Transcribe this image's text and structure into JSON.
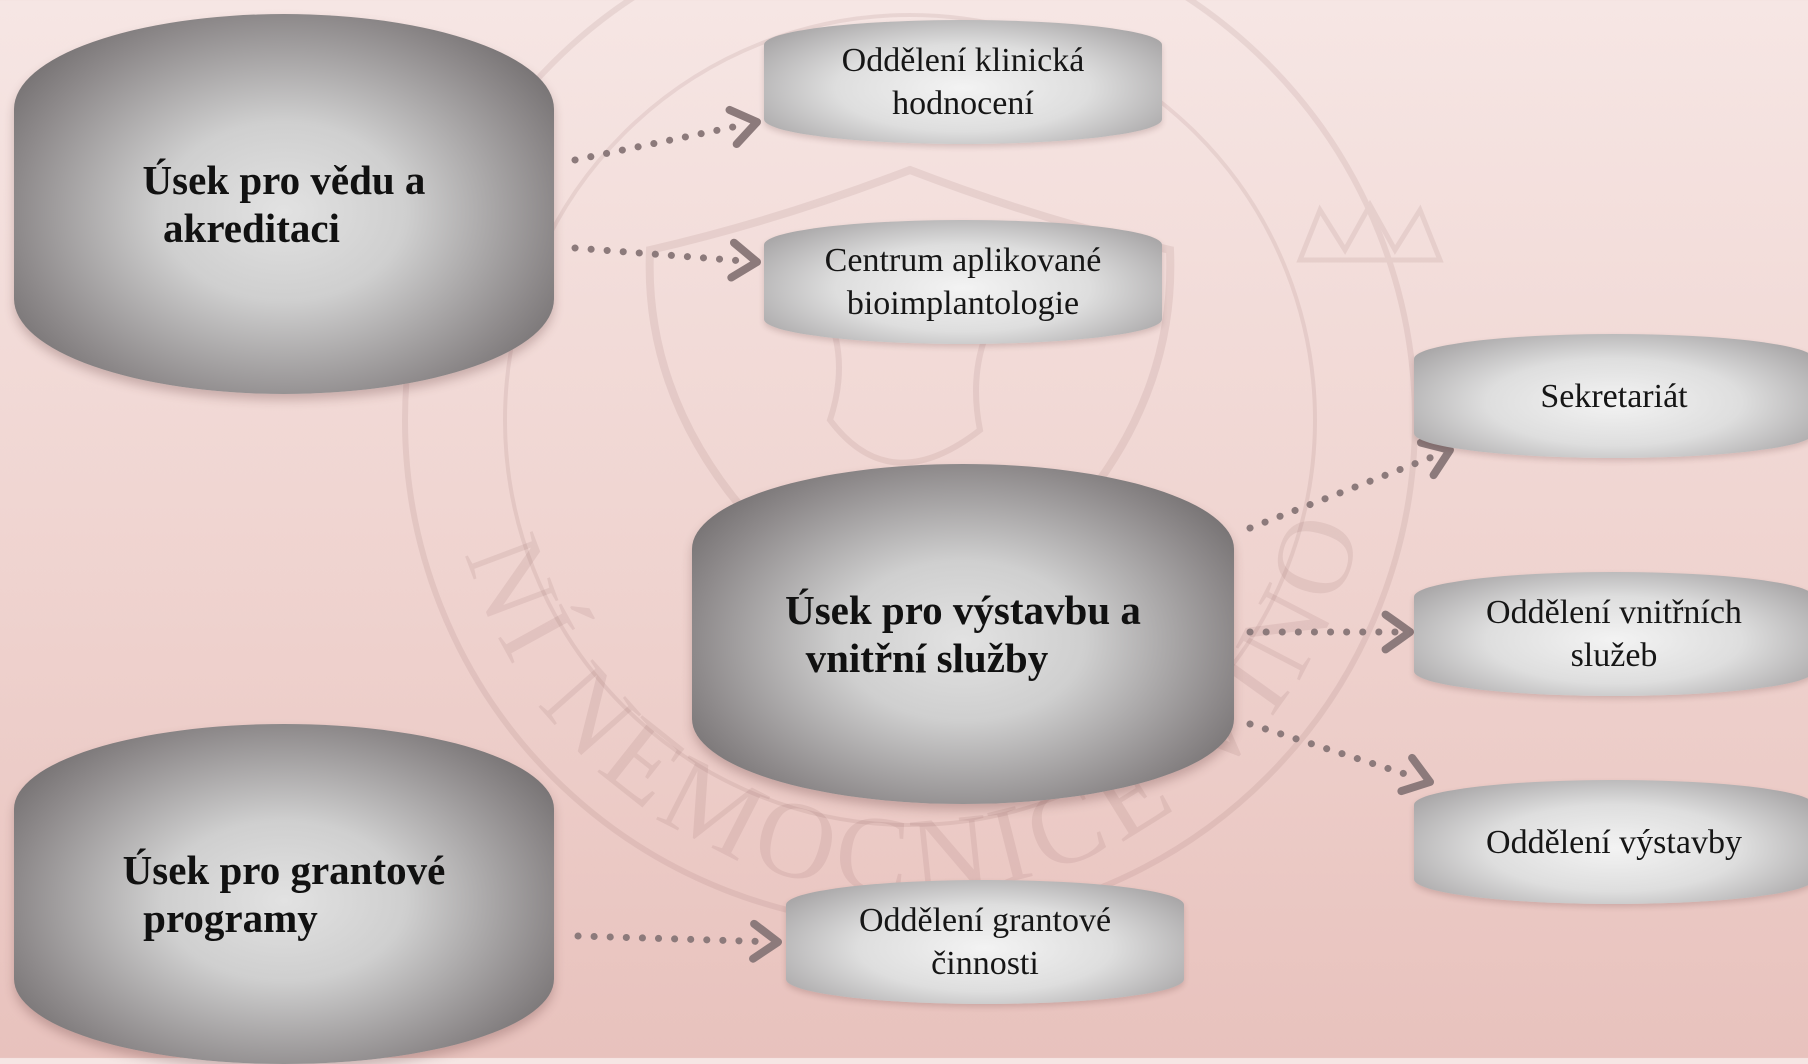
{
  "watermark": {
    "ring_text": "FAKULTNÍ NEMOCNICE VINOHRADY",
    "kind": "seal"
  },
  "nodes": {
    "science": {
      "label": "Úsek pro vědu a\n  akreditaci"
    },
    "clinical": {
      "label": "Oddělení klinická\nhodnocení"
    },
    "bioimplant": {
      "label": "Centrum aplikované\nbioimplantologie"
    },
    "construction": {
      "label": "Úsek pro výstavbu a\n  vnitřní služby"
    },
    "secretariat": {
      "label": "Sekretariát"
    },
    "internal": {
      "label": "Oddělení vnitřních\nslužeb"
    },
    "building": {
      "label": "Oddělení výstavby"
    },
    "grants": {
      "label": "Úsek pro grantové\n  programy"
    },
    "grant_dept": {
      "label": "Oddělení grantové\nčinnosti"
    }
  },
  "edges": [
    {
      "from": "science",
      "to": "clinical"
    },
    {
      "from": "science",
      "to": "bioimplant"
    },
    {
      "from": "construction",
      "to": "secretariat"
    },
    {
      "from": "construction",
      "to": "internal"
    },
    {
      "from": "construction",
      "to": "building"
    },
    {
      "from": "grants",
      "to": "grant_dept"
    }
  ],
  "colors": {
    "connector": "#8c7a7b",
    "main_dark": "#5a5657",
    "main_light": "#e2e2e2",
    "sub_light": "#f3f3f3",
    "sub_dark": "#8f8d8e"
  }
}
